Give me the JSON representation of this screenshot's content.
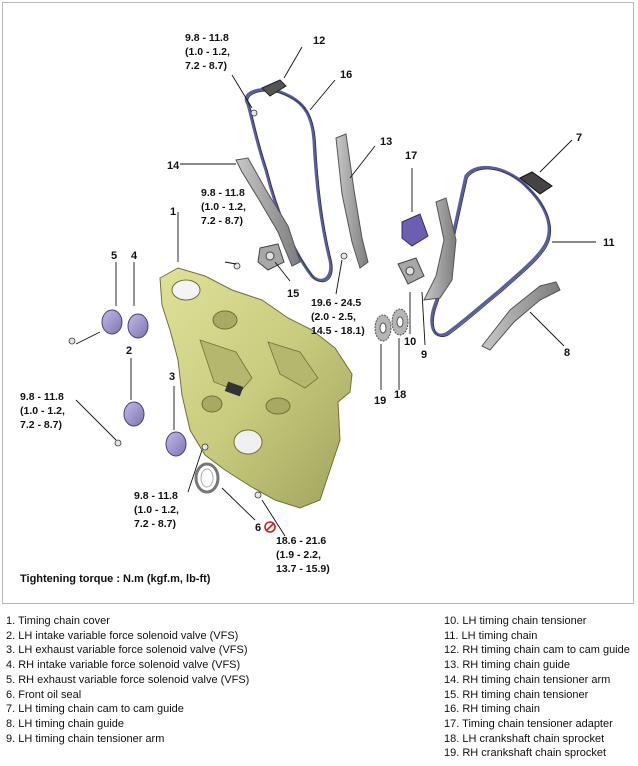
{
  "callouts": [
    "1",
    "2",
    "3",
    "4",
    "5",
    "6",
    "7",
    "8",
    "9",
    "10",
    "11",
    "12",
    "13",
    "14",
    "15",
    "16",
    "17",
    "18",
    "19"
  ],
  "torque": {
    "t1": [
      "9.8 - 11.8",
      "(1.0 - 1.2,",
      "7.2 - 8.7)"
    ],
    "t2": [
      "9.8 - 11.8",
      "(1.0 - 1.2,",
      "7.2 - 8.7)"
    ],
    "t3": [
      "19.6 - 24.5",
      "(2.0 - 2.5,",
      "14.5 - 18.1)"
    ],
    "t4": [
      "9.8 - 11.8",
      "(1.0 - 1.2,",
      "7.2 - 8.7)"
    ],
    "t5": [
      "9.8 - 11.8",
      "(1.0 - 1.2,",
      "7.2 - 8.7)"
    ],
    "t6": [
      "18.6 - 21.6",
      "(1.9 - 2.2,",
      "13.7 - 15.9)"
    ]
  },
  "caption": "Tightening torque : N.m (kgf.m, lb-ft)",
  "legend_left": [
    "1. Timing chain cover",
    "2. LH intake variable force solenoid valve (VFS)",
    "3. LH exhaust variable force solenoid valve (VFS)",
    "4. RH intake variable force solenoid valve (VFS)",
    "5. RH exhaust variable force solenoid valve (VFS)",
    "6. Front oil seal",
    "7. LH timing chain cam to cam guide",
    "8. LH timing chain guide",
    "9. LH timing chain tensioner arm"
  ],
  "legend_right": [
    "10. LH timing chain tensioner",
    "11. LH timing chain",
    "12. RH timing chain cam to cam guide",
    "13. RH timing chain guide",
    "14. RH timing chain tensioner arm",
    "15. RH timing chain tensioner",
    "16. RH timing chain",
    "17. Timing chain tensioner adapter",
    "18. LH crankshaft chain sprocket",
    "19. RH crankshaft chain sprocket"
  ],
  "colors": {
    "cover": "#c9cc7e",
    "cover_shadow": "#8e9150",
    "chain": "#5a5f9c",
    "guide": "#9b9b9b",
    "solenoid": "#9a90c8",
    "no_reuse": "#d0201c"
  }
}
